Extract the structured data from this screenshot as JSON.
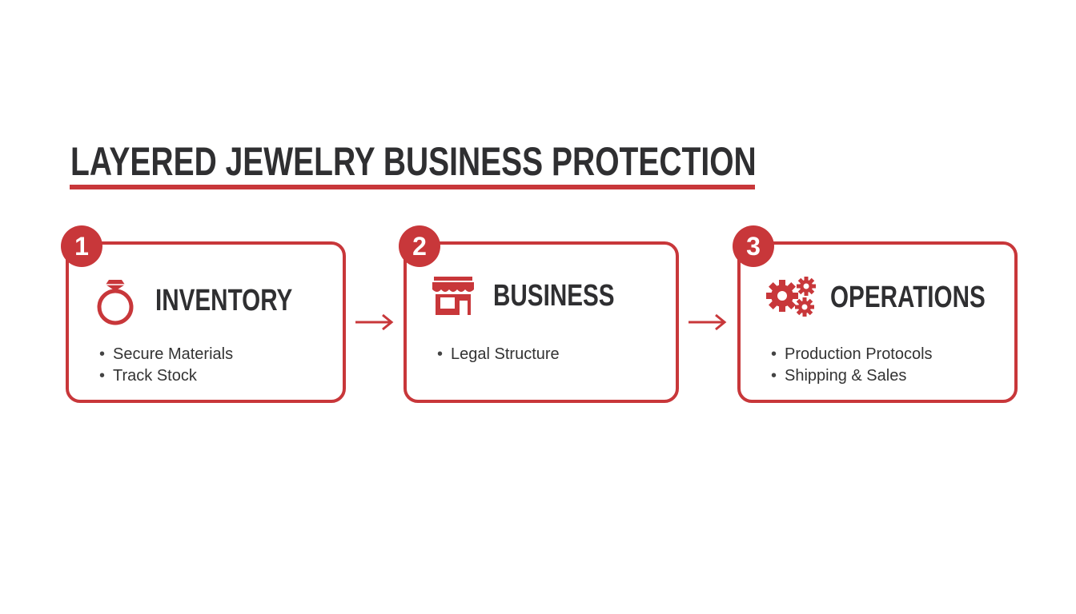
{
  "title": "LAYERED JEWELRY BUSINESS PROTECTION",
  "colors": {
    "accent": "#c8373a",
    "text": "#2f2f31"
  },
  "steps": [
    {
      "number": "1",
      "icon": "ring-icon",
      "title": "INVENTORY",
      "bullets": [
        "Secure Materials",
        "Track Stock"
      ]
    },
    {
      "number": "2",
      "icon": "storefront-icon",
      "title": "BUSINESS",
      "bullets": [
        "Legal Structure"
      ]
    },
    {
      "number": "3",
      "icon": "gears-icon",
      "title": "OPERATIONS",
      "bullets": [
        "Production Protocols",
        "Shipping & Sales"
      ]
    }
  ]
}
